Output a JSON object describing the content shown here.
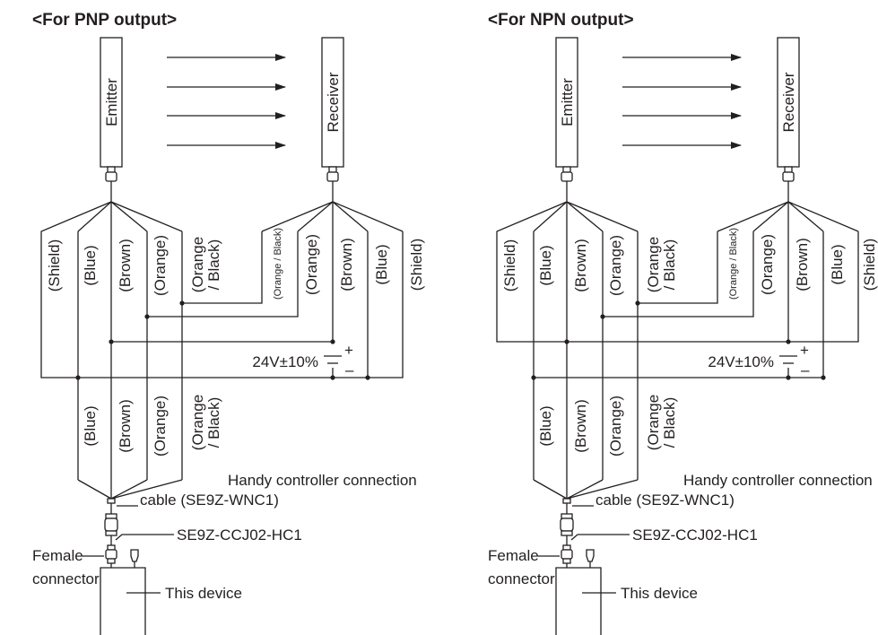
{
  "diagrams": [
    {
      "title": "<For PNP output>",
      "emitter": "Emitter",
      "receiver": "Receiver",
      "emitter_wires": [
        "(Shield)",
        "(Blue)",
        "(Brown)",
        "(Orange)",
        "(Orange",
        "/ Black)"
      ],
      "receiver_wires": [
        "(Orange / Black)",
        "(Orange)",
        "(Brown)",
        "(Blue)",
        "(Shield)"
      ],
      "power": "24V±10%",
      "plus": "+",
      "minus": "–",
      "lower_wires": [
        "(Blue)",
        "(Brown)",
        "(Orange)",
        "(Orange",
        "/ Black)"
      ],
      "cable_label": [
        "Handy controller connection",
        "cable (SE9Z-WNC1)"
      ],
      "adapter_label": "SE9Z-CCJ02-HC1",
      "female_label": [
        "Female",
        "connector"
      ],
      "device_label": "This device"
    },
    {
      "title": "<For NPN output>",
      "emitter": "Emitter",
      "receiver": "Receiver",
      "emitter_wires": [
        "(Shield)",
        "(Blue)",
        "(Brown)",
        "(Orange)",
        "(Orange",
        "/ Black)"
      ],
      "receiver_wires": [
        "(Orange / Black)",
        "(Orange)",
        "(Brown)",
        "(Blue)",
        "(Shield)"
      ],
      "power": "24V±10%",
      "plus": "+",
      "minus": "–",
      "lower_wires": [
        "(Blue)",
        "(Brown)",
        "(Orange)",
        "(Orange",
        "/ Black)"
      ],
      "cable_label": [
        "Handy controller connection",
        "cable (SE9Z-WNC1)"
      ],
      "adapter_label": "SE9Z-CCJ02-HC1",
      "female_label": [
        "Female",
        "connector"
      ],
      "device_label": "This device"
    }
  ]
}
